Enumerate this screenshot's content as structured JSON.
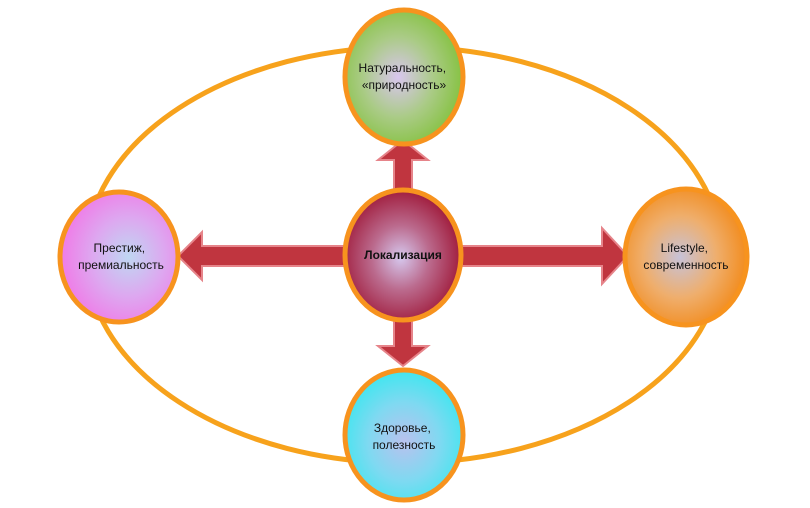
{
  "diagram": {
    "center": {
      "label": "Локализация"
    },
    "nodes": {
      "top": {
        "lines": [
          "Натуральность,",
          "«природность»"
        ]
      },
      "left": {
        "lines": [
          "Престиж,",
          "премиальность"
        ]
      },
      "right": {
        "lines": [
          "Lifestyle,",
          "современность"
        ]
      },
      "bottom": {
        "lines": [
          "Здоровье,",
          "полезность"
        ]
      }
    }
  },
  "colors": {
    "ellipse": "#f7a21c",
    "node_border": "#f7931e",
    "arrow": "#c0353f",
    "arrow_edge": "#e6848a",
    "center": "#9e1535",
    "top": "#86c242",
    "left": "#ee7fe8",
    "right": "#f28c1e",
    "bottom": "#40e6ef"
  }
}
